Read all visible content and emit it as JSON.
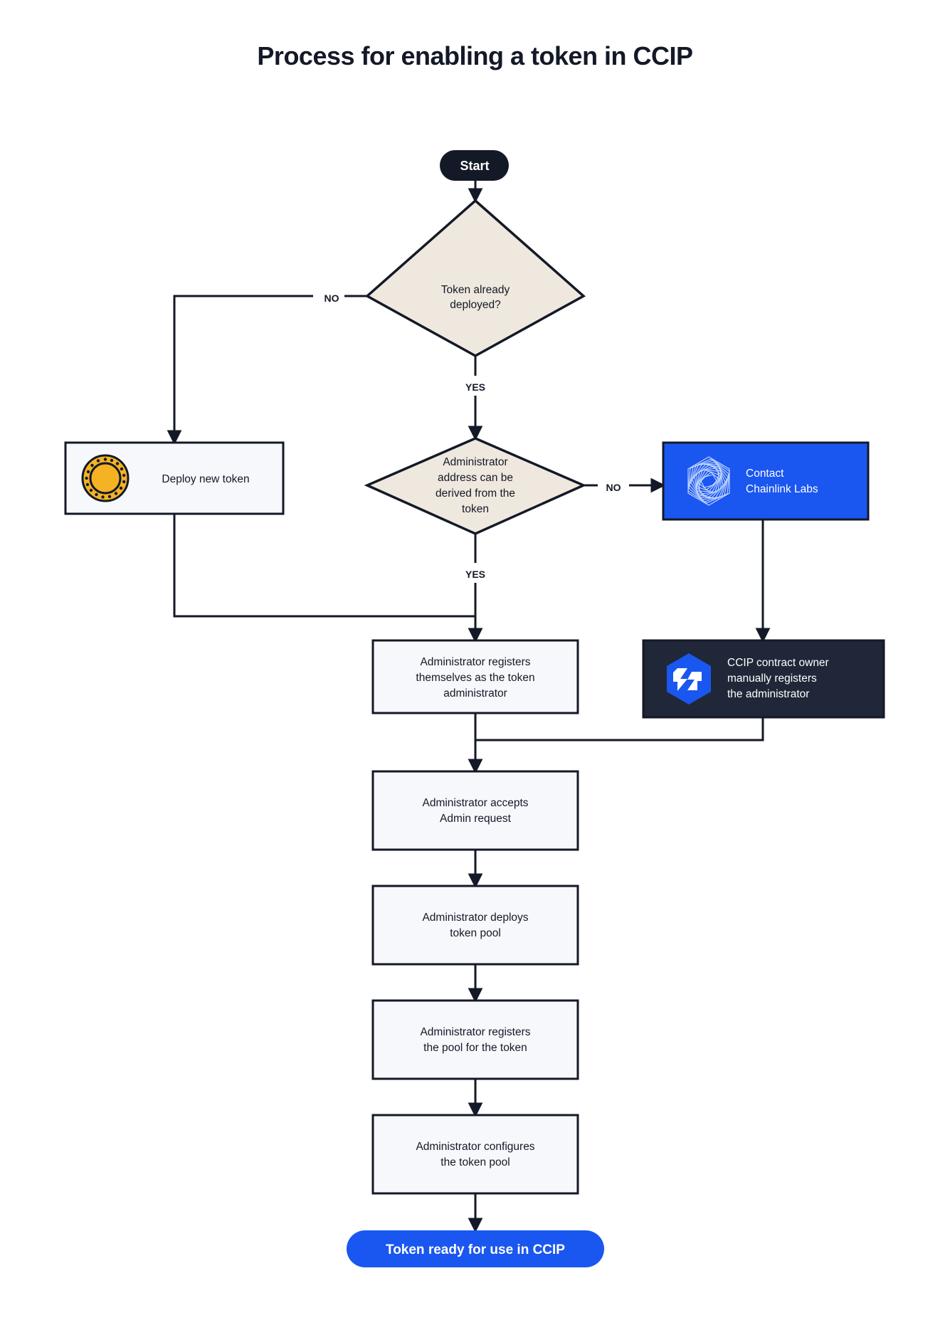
{
  "title": "Process for enabling a token in CCIP",
  "colors": {
    "background": "#ffffff",
    "ink": "#141927",
    "box_fill": "#f7f8fc",
    "diamond_fill": "#efe8de",
    "chainlink_blue": "#1a56f0",
    "ccip_dark": "#1f2738",
    "token_gold": "#f5b324",
    "end_pill_blue": "#1a56f0"
  },
  "nodes": {
    "start": {
      "label": "Start",
      "type": "terminator"
    },
    "decision_deployed": {
      "label": "Token already deployed?",
      "lines": [
        "Token already",
        "deployed?"
      ],
      "type": "decision"
    },
    "deploy_new_token": {
      "label": "Deploy new token",
      "lines": [
        "Deploy new token"
      ],
      "type": "process",
      "icon": "token-coin-icon"
    },
    "decision_admin_derived": {
      "label": "Administrator address can be derived from the token",
      "lines": [
        "Administrator",
        "address can be",
        "derived from the",
        "token"
      ],
      "type": "decision"
    },
    "contact_chainlink": {
      "label": "Contact Chainlink Labs",
      "lines": [
        "Contact",
        "Chainlink Labs"
      ],
      "type": "process-highlight",
      "icon": "chainlink-logo-icon"
    },
    "admin_registers_self": {
      "label": "Administrator registers themselves as the token administrator",
      "lines": [
        "Administrator registers",
        "themselves as the token",
        "administrator"
      ],
      "type": "process"
    },
    "ccip_owner_registers": {
      "label": "CCIP contract owner manually registers the administrator",
      "lines": [
        "CCIP contract owner",
        "manually registers",
        "the administrator"
      ],
      "type": "process-dark",
      "icon": "ccip-logo-icon"
    },
    "admin_accepts": {
      "label": "Administrator accepts Admin request",
      "lines": [
        "Administrator accepts",
        "Admin request"
      ],
      "type": "process"
    },
    "admin_deploys_pool": {
      "label": "Administrator deploys token pool",
      "lines": [
        "Administrator deploys",
        "token pool"
      ],
      "type": "process"
    },
    "admin_registers_pool": {
      "label": "Administrator registers the pool for the token",
      "lines": [
        "Administrator registers",
        "the pool for the token"
      ],
      "type": "process"
    },
    "admin_configures_pool": {
      "label": "Administrator configures the token pool",
      "lines": [
        "Administrator configures",
        "the token pool"
      ],
      "type": "process"
    },
    "end": {
      "label": "Token ready for use in CCIP",
      "type": "terminator"
    }
  },
  "edge_labels": {
    "deployed_no": "NO",
    "deployed_yes": "YES",
    "admin_derived_no": "NO",
    "admin_derived_yes": "YES"
  }
}
